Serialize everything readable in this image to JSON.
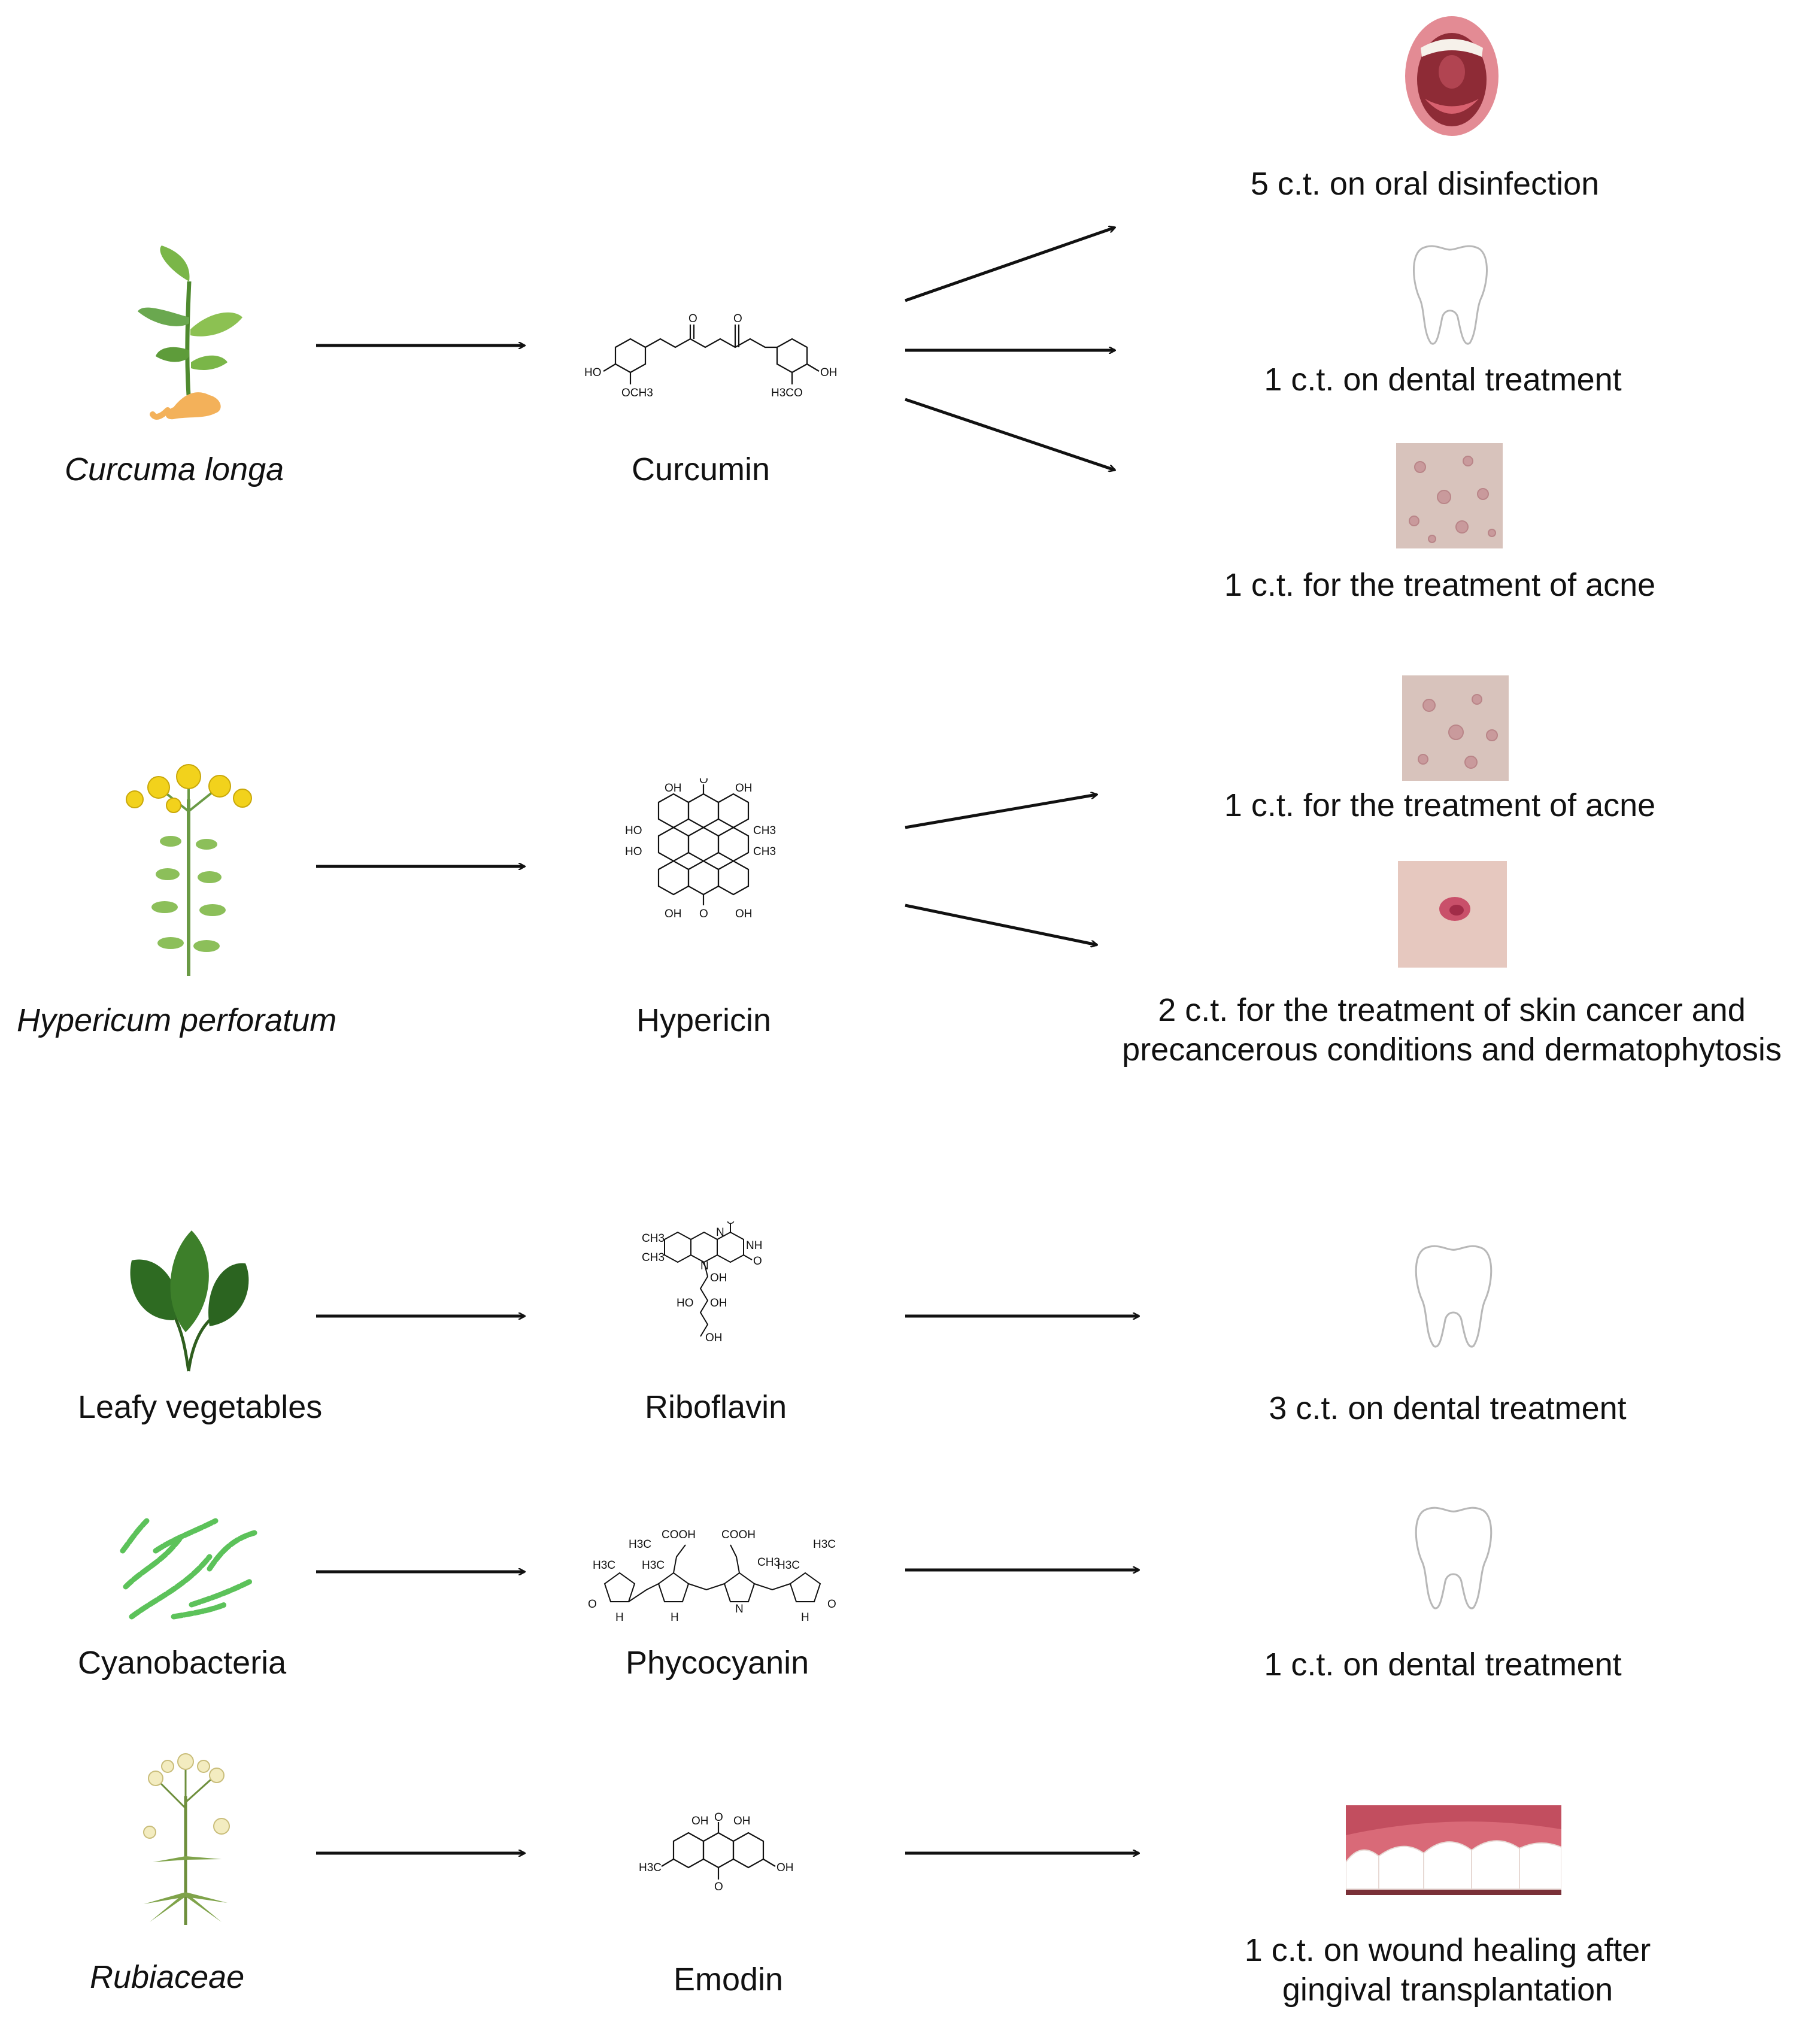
{
  "rows": [
    {
      "source": "Curcuma longa",
      "compound": "Curcumin",
      "outcomes": [
        "5 c.t. on oral disinfection",
        "1 c.t. on dental treatment",
        "1 c.t. for the treatment of acne"
      ],
      "chem_labels": [
        "HO",
        "OCH3",
        "O",
        "O",
        "H3CO",
        "OH"
      ]
    },
    {
      "source": "Hypericum perforatum",
      "compound": "Hypericin",
      "outcomes": [
        "1 c.t. for the treatment of acne",
        "2 c.t. for the treatment of skin cancer and precancerous conditions and dermatophytosis"
      ],
      "chem_labels": [
        "OH",
        "O",
        "OH",
        "HO",
        "CH3",
        "HO",
        "CH3",
        "OH",
        "O",
        "OH"
      ]
    },
    {
      "source": "Leafy vegetables",
      "compound": "Riboflavin",
      "outcomes": [
        "3 c.t. on dental treatment"
      ],
      "chem_labels": [
        "CH3",
        "CH3",
        "N",
        "N",
        "NH",
        "O",
        "O",
        "OH",
        "HO",
        "OH",
        "OH"
      ]
    },
    {
      "source": "Cyanobacteria",
      "compound": "Phycocyanin",
      "outcomes": [
        "1 c.t. on dental treatment"
      ],
      "chem_labels": [
        "COOH",
        "COOH",
        "H3C",
        "H3C",
        "H3C",
        "CH3",
        "H3C",
        "H3C",
        "O",
        "H",
        "H",
        "N",
        "H",
        "O"
      ]
    },
    {
      "source": "Rubiaceae",
      "compound": "Emodin",
      "outcomes": [
        "1 c.t. on wound healing after gingival transplantation"
      ],
      "chem_labels": [
        "OH",
        "O",
        "OH",
        "H3C",
        "O",
        "OH"
      ]
    }
  ],
  "colors": {
    "arrow": "#111111",
    "plant_green": "#6aa84f",
    "root_orange": "#f3b15a",
    "flower_yellow": "#f2d21c",
    "skin": "#d8b9b2",
    "mouth_pink": "#e38b94",
    "gum_pink": "#d96a78"
  }
}
